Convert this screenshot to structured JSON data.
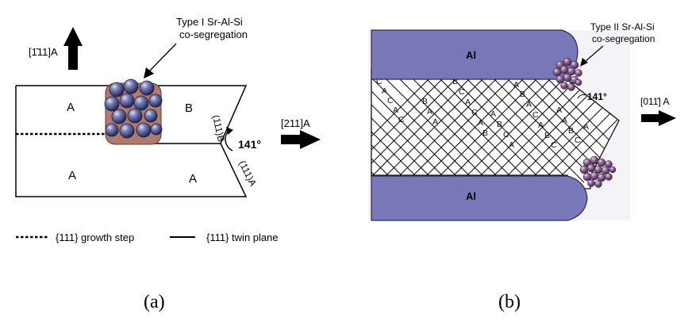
{
  "panel_a": {
    "direction_up_label": "[1̄11]A",
    "cluster_label_line1": "Type I Sr-Al-Si",
    "cluster_label_line2": "co-segregation",
    "region_a_top": "A",
    "region_b": "B",
    "region_a_bottom_left": "A",
    "region_a_bottom_right": "A",
    "plane_b_label": "(111)B",
    "plane_a_label": "(111)A",
    "angle_label": "141°",
    "direction_right_label": "[211]A",
    "legend_dashed": "{111} growth step",
    "legend_solid": "{111} twin plane",
    "caption": "(a)",
    "cluster_color": "#b07a6e",
    "sphere_color": "#4a4f86"
  },
  "panel_b": {
    "al_top_label": "Al",
    "al_bottom_label": "Al",
    "cluster_label_line1": "Type II Sr-Al-Si",
    "cluster_label_line2": "co-segregation",
    "angle_label": "141°",
    "direction_label": "[011̄] A",
    "stacking_letters": [
      "C",
      "A",
      "C",
      "A",
      "C",
      "B",
      "A",
      "A",
      "B",
      "C",
      "A",
      "C",
      "A",
      "B",
      "A",
      "B",
      "C",
      "A",
      "A",
      "B",
      "A",
      "C",
      "A",
      "B",
      "C",
      "A",
      "A",
      "B",
      "C",
      "A"
    ],
    "caption": "(b)",
    "al_color": "#7878b8"
  }
}
